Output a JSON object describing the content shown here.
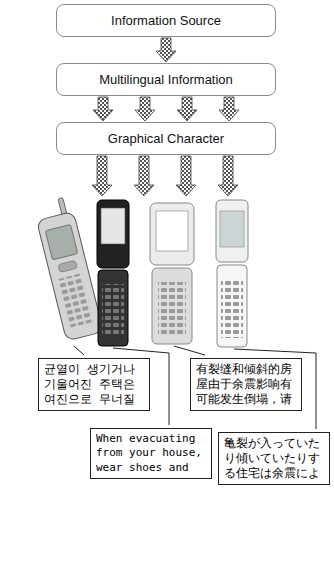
{
  "diagram": {
    "nodes": [
      {
        "text": [
          "Information Source"
        ]
      },
      {
        "text": [
          "Multilingual Information"
        ]
      },
      {
        "text": [
          "Graphical Character"
        ]
      },
      {
        "text": [
          "균열이 생기거나 기울어진 주택은 여진으로 무너질"
        ]
      },
      {
        "text": [
          "有裂缝和倾斜的房 屋由于余震影响有 可能发生倒塌，请"
        ]
      },
      {
        "text": [
          "When evacuating from your house, wear shoes and"
        ]
      },
      {
        "text": [
          "亀裂が入っていた り傾いていたりす る住宅は余震によ"
        ]
      }
    ],
    "edges": [
      {
        "from": 0,
        "to": 1,
        "arrow": "to"
      },
      {
        "from": 1,
        "to": 2,
        "arrow": "to"
      },
      {
        "from": 1,
        "to": 2,
        "arrow": "to"
      },
      {
        "from": 1,
        "to": 2,
        "arrow": "to"
      },
      {
        "from": 1,
        "to": 2,
        "arrow": "to"
      }
    ]
  }
}
